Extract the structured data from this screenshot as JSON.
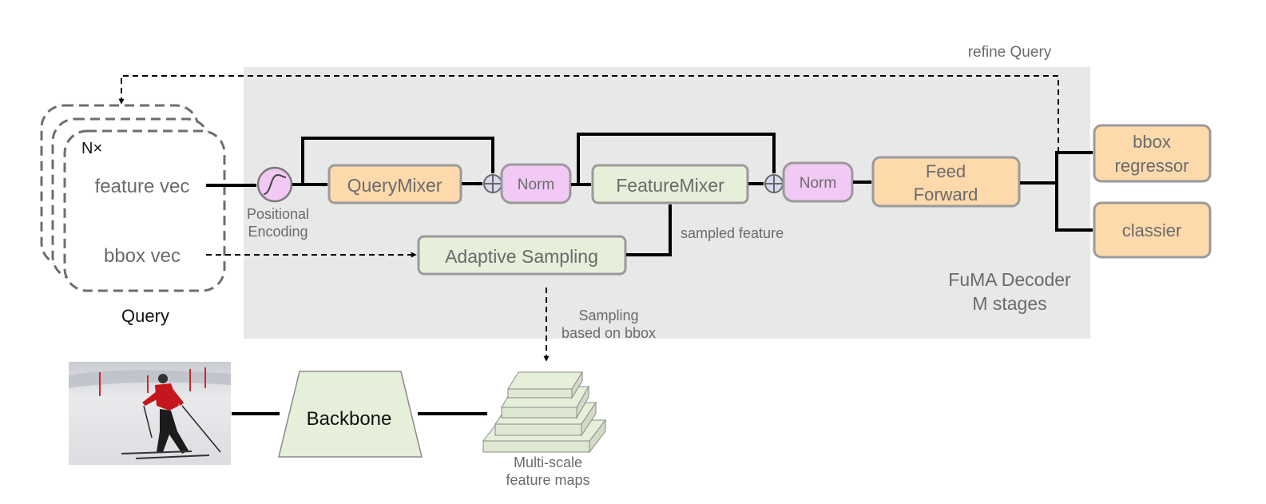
{
  "query": {
    "repeat_label": "N×",
    "feature_label": "feature vec",
    "bbox_label": "bbox vec",
    "title": "Query"
  },
  "decoder": {
    "pos_enc_line1": "Positional",
    "pos_enc_line2": "Encoding",
    "query_mixer": "QueryMixer",
    "norm1": "Norm",
    "feature_mixer": "FeatureMixer",
    "norm2": "Norm",
    "feed_forward_line1": "Feed",
    "feed_forward_line2": "Forward",
    "adaptive_sampling": "Adaptive Sampling",
    "sampled_feature": "sampled feature",
    "title_line1": "FuMA Decoder",
    "title_line2": "M stages",
    "refine_query": "refine Query",
    "sampling_line1": "Sampling",
    "sampling_line2": "based on bbox"
  },
  "heads": {
    "bbox_line1": "bbox",
    "bbox_line2": "regressor",
    "classifier": "classier"
  },
  "bottom": {
    "backbone": "Backbone",
    "multiscale_line1": "Multi-scale",
    "multiscale_line2": "feature maps"
  },
  "colors": {
    "panel": "#e8e8e8",
    "orange": "#fdd9ac",
    "green": "#e6efd9",
    "pink": "#f1c9f4"
  }
}
